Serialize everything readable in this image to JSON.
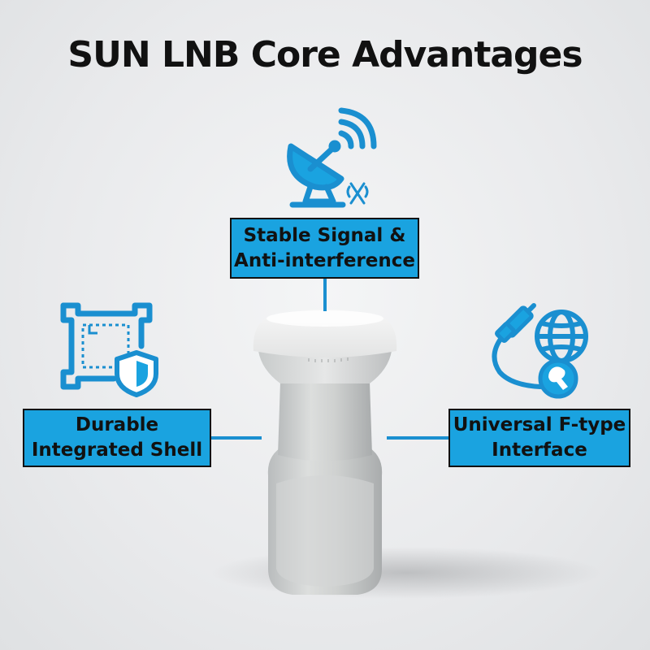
{
  "title": "SUN LNB Core Advantages",
  "features": {
    "signal": {
      "line1": "Stable Signal &",
      "line2": "Anti-interference",
      "icon": "satellite-dish-icon"
    },
    "shell": {
      "line1": "Durable",
      "line2": "Integrated Shell",
      "icon": "shield-frame-icon"
    },
    "ftype": {
      "line1": "Universal F-type",
      "line2": "Interface",
      "icon": "cable-connector-globe-icon"
    }
  },
  "colors": {
    "accent": "#1aa3e0",
    "icon_stroke": "#1a8fd0",
    "text": "#111111",
    "background": "#eceded"
  }
}
